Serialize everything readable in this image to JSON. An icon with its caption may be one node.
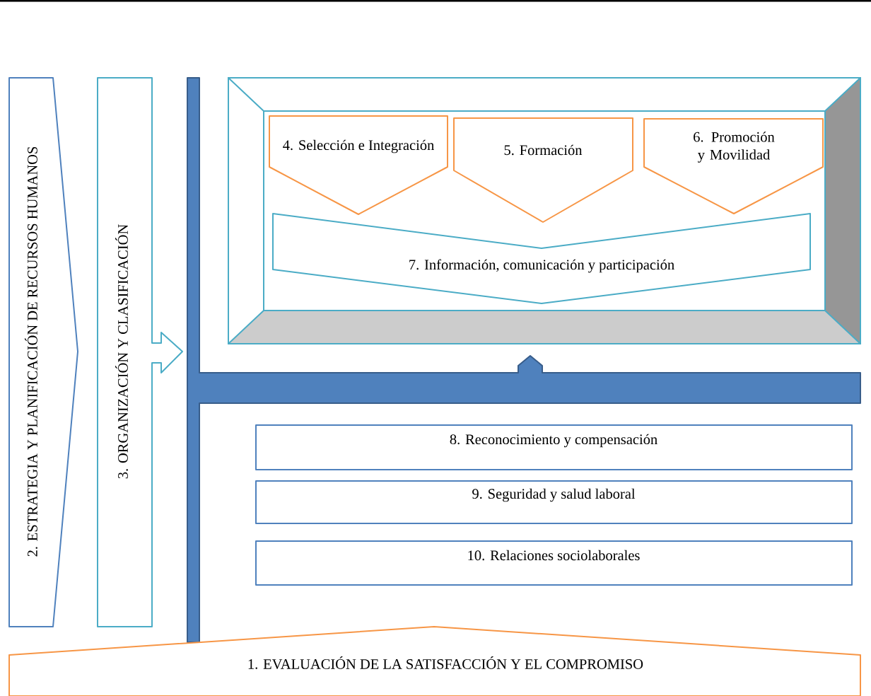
{
  "diagram": {
    "nodes": [
      {
        "text": [
          "2. ESTRATEGIA Y PLANIFICACIÓN DE RECURSOS HUMANOS"
        ]
      },
      {
        "text": [
          "3. ORGANIZACIÓN Y CLASIFICACIÓN"
        ]
      },
      {
        "text": [],
        "shape": "bar"
      },
      {
        "text": [],
        "shape": "box"
      },
      {
        "text": [
          "4. Selección e Integración"
        ],
        "in": 3
      },
      {
        "text": [
          "5. Formación"
        ],
        "in": 3
      },
      {
        "text": [
          "6. Promoción y Movilidad"
        ],
        "in": 3
      },
      {
        "text": [
          "7. Información, comunicación y participación"
        ],
        "in": 3
      },
      {
        "text": [
          "8. Reconocimiento y compensación"
        ]
      },
      {
        "text": [
          "9. Seguridad y salud laboral"
        ]
      },
      {
        "text": [
          "10. Relaciones sociolaborales"
        ]
      },
      {
        "text": [
          "1. EVALUACIÓN DE LA SATISFACCIÓN Y EL COMPROMISO"
        ]
      }
    ]
  }
}
